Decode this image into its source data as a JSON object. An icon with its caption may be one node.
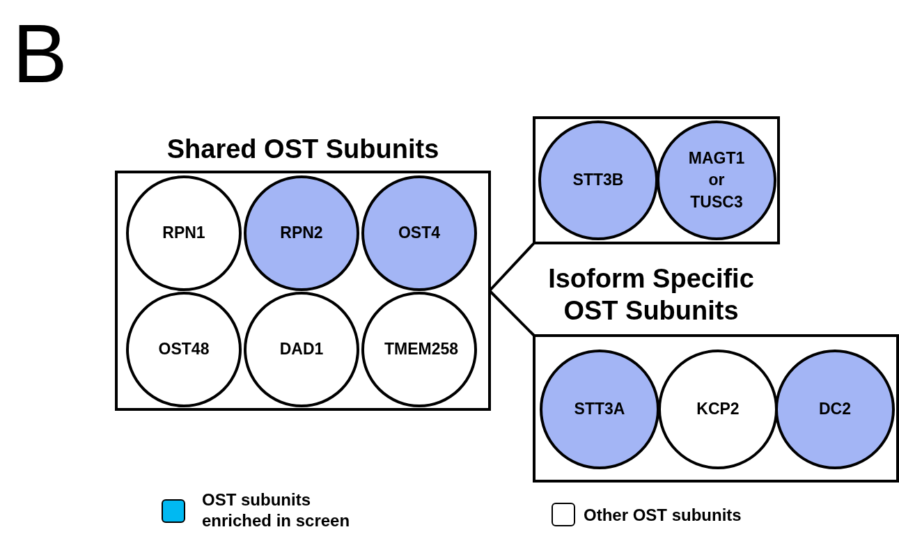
{
  "diagram": {
    "nodes": [
      {
        "text": [
          "Shared OST Subunits"
        ]
      },
      {
        "text": [
          "RPN1"
        ],
        "in": 0
      },
      {
        "text": [
          "RPN2"
        ],
        "in": 0
      },
      {
        "text": [
          "OST4"
        ],
        "in": 0
      },
      {
        "text": [
          "OST48"
        ],
        "in": 0
      },
      {
        "text": [
          "DAD1"
        ],
        "in": 0
      },
      {
        "text": [
          "TMEM258"
        ],
        "in": 0
      },
      {
        "text": [],
        "shape": "box"
      },
      {
        "text": [
          "STT3B"
        ],
        "in": 7
      },
      {
        "text": [
          "MAGT1 or TUSC3"
        ],
        "in": 7
      },
      {
        "text": [],
        "shape": "box"
      },
      {
        "text": [
          "STT3A"
        ],
        "in": 10
      },
      {
        "text": [
          "KCP2"
        ],
        "in": 10
      },
      {
        "text": [
          "DC2"
        ],
        "in": 10
      }
    ],
    "edges": [
      {
        "from": 0,
        "to": 7,
        "arrow": "none"
      },
      {
        "from": 0,
        "to": 10,
        "arrow": "none"
      }
    ],
    "labels": [
      "B",
      "Isoform Specific OST Subunits"
    ],
    "legend": [
      {
        "text": "OST subunits enriched in screen",
        "color": "#00b9f2"
      },
      {
        "text": "Other OST subunits",
        "color": "#ffffff"
      }
    ]
  }
}
